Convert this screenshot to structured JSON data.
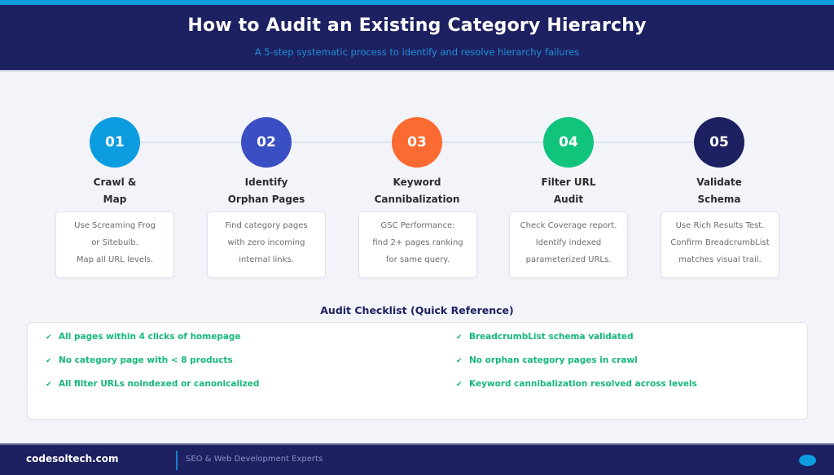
{
  "header": {
    "title": "How to Audit an Existing Category Hierarchy",
    "subtitle": "A 5-step systematic process to identify and resolve hierarchy failures"
  },
  "steps": [
    {
      "number": "01",
      "title_line1": "Crawl &",
      "title_line2": "Map",
      "color": "#0c9de0",
      "desc": [
        "Use Screaming Frog",
        "or Sitebulb.",
        "Map all URL levels."
      ]
    },
    {
      "number": "02",
      "title_line1": "Identify",
      "title_line2": "Orphan Pages",
      "color": "#3b4fc4",
      "desc": [
        "Find category pages",
        "with zero incoming",
        "internal links."
      ]
    },
    {
      "number": "03",
      "title_line1": "Keyword",
      "title_line2": "Cannibalization",
      "color": "#fb6a30",
      "desc": [
        "GSC Performance:",
        "find 2+ pages ranking",
        "for same query."
      ]
    },
    {
      "number": "04",
      "title_line1": "Filter URL",
      "title_line2": "Audit",
      "color": "#10c47c",
      "desc": [
        "Check Coverage report.",
        "Identify indexed",
        "parameterized URLs."
      ]
    },
    {
      "number": "05",
      "title_line1": "Validate",
      "title_line2": "Schema",
      "color": "#1e2161",
      "desc": [
        "Use Rich Results Test.",
        "Confirm BreadcrumbList",
        "matches visual trail."
      ]
    }
  ],
  "checklist": {
    "title": "Audit Checklist (Quick Reference)",
    "check_glyph": "✔",
    "left": [
      "All pages within 4 clicks of homepage",
      "No category page with < 8 products",
      "All filter URLs noindexed or canonicalized"
    ],
    "right": [
      "BreadcrumbList schema validated",
      "No orphan category pages in crawl",
      "Keyword cannibalization resolved across levels"
    ]
  },
  "footer": {
    "brand": "codesoltech.com",
    "tagline": "SEO & Web Development Experts"
  },
  "colors": {
    "navy": "#1e2161",
    "accent_blue": "#0c9de0",
    "check_green": "#16b877"
  }
}
